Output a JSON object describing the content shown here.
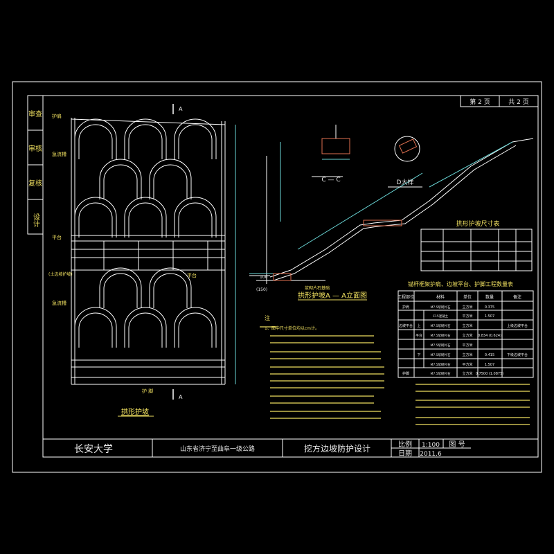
{
  "title_block": {
    "university": "长安大学",
    "project": "山东省济宁至曲阜一级公路",
    "drawing_title": "挖方边坡防护设计",
    "scale_label": "比例",
    "scale_value": "1:100",
    "drawing_no_label": "图 号",
    "date_label": "日期",
    "date_value": "2011.6"
  },
  "sheet": {
    "page_label": "第 2 页",
    "total_label": "共 2 页"
  },
  "side_labels": [
    "设计",
    "复核",
    "审核",
    "审查"
  ],
  "elevation": {
    "caption": "拱形护坡",
    "label_top": "A",
    "label_bottom": "A",
    "left_labels": [
      "护肩",
      "急流槽",
      "平台",
      "(土边坡护坡)",
      "急流槽"
    ],
    "platform_label": "平台",
    "bottom_label": "护 脚"
  },
  "section": {
    "caption": "拱形护坡A — A立面图",
    "cc_caption": "C — C",
    "detail_caption": "D大样",
    "dim_100": "100",
    "dim_150": "(150)",
    "base_label": "浆砌片石基础"
  },
  "size_table": {
    "title": "拱形护坡尺寸表"
  },
  "quantity_table": {
    "title": "锚杆框架护肩、边坡平台、护脚工程数量表",
    "headers": [
      "工程部位",
      "",
      "材料",
      "单位",
      "数量",
      "备注"
    ],
    "rows": [
      [
        "护肩",
        "",
        "M7.5浆砌片石",
        "立方米",
        "0.375",
        ""
      ],
      [
        "",
        "",
        "C15混凝土",
        "平方米",
        "1.507",
        ""
      ],
      [
        "边坡平台",
        "上",
        "M7.5浆砌片石",
        "立方米",
        "",
        "上级边坡平台"
      ],
      [
        "",
        "平台",
        "M7.5浆砌片石",
        "立方米",
        "0.834 (0.624)",
        ""
      ],
      [
        "",
        "",
        "M7.5浆砌片石",
        "平方米",
        "",
        ""
      ],
      [
        "",
        "下",
        "M7.5浆砌片石",
        "立方米",
        "0.415",
        "下级边坡平台"
      ],
      [
        "",
        "",
        "M7.5浆砌片石",
        "平方米",
        "1.507",
        ""
      ],
      [
        "护脚",
        "",
        "M7.5浆砌片石",
        "立方米",
        "0.7500 (1.0875)",
        ""
      ]
    ]
  },
  "notes": {
    "heading": "注",
    "items": [
      "1、图中尺寸单位均以cm计。",
      "2、",
      "3、",
      "4、",
      "5、",
      "6、"
    ]
  },
  "colors": {
    "frame": "#ffffff",
    "arch": "#ffffff",
    "annotation": "#f0e060",
    "dimension": "#6ad6d6",
    "hatch": "#e07050"
  }
}
